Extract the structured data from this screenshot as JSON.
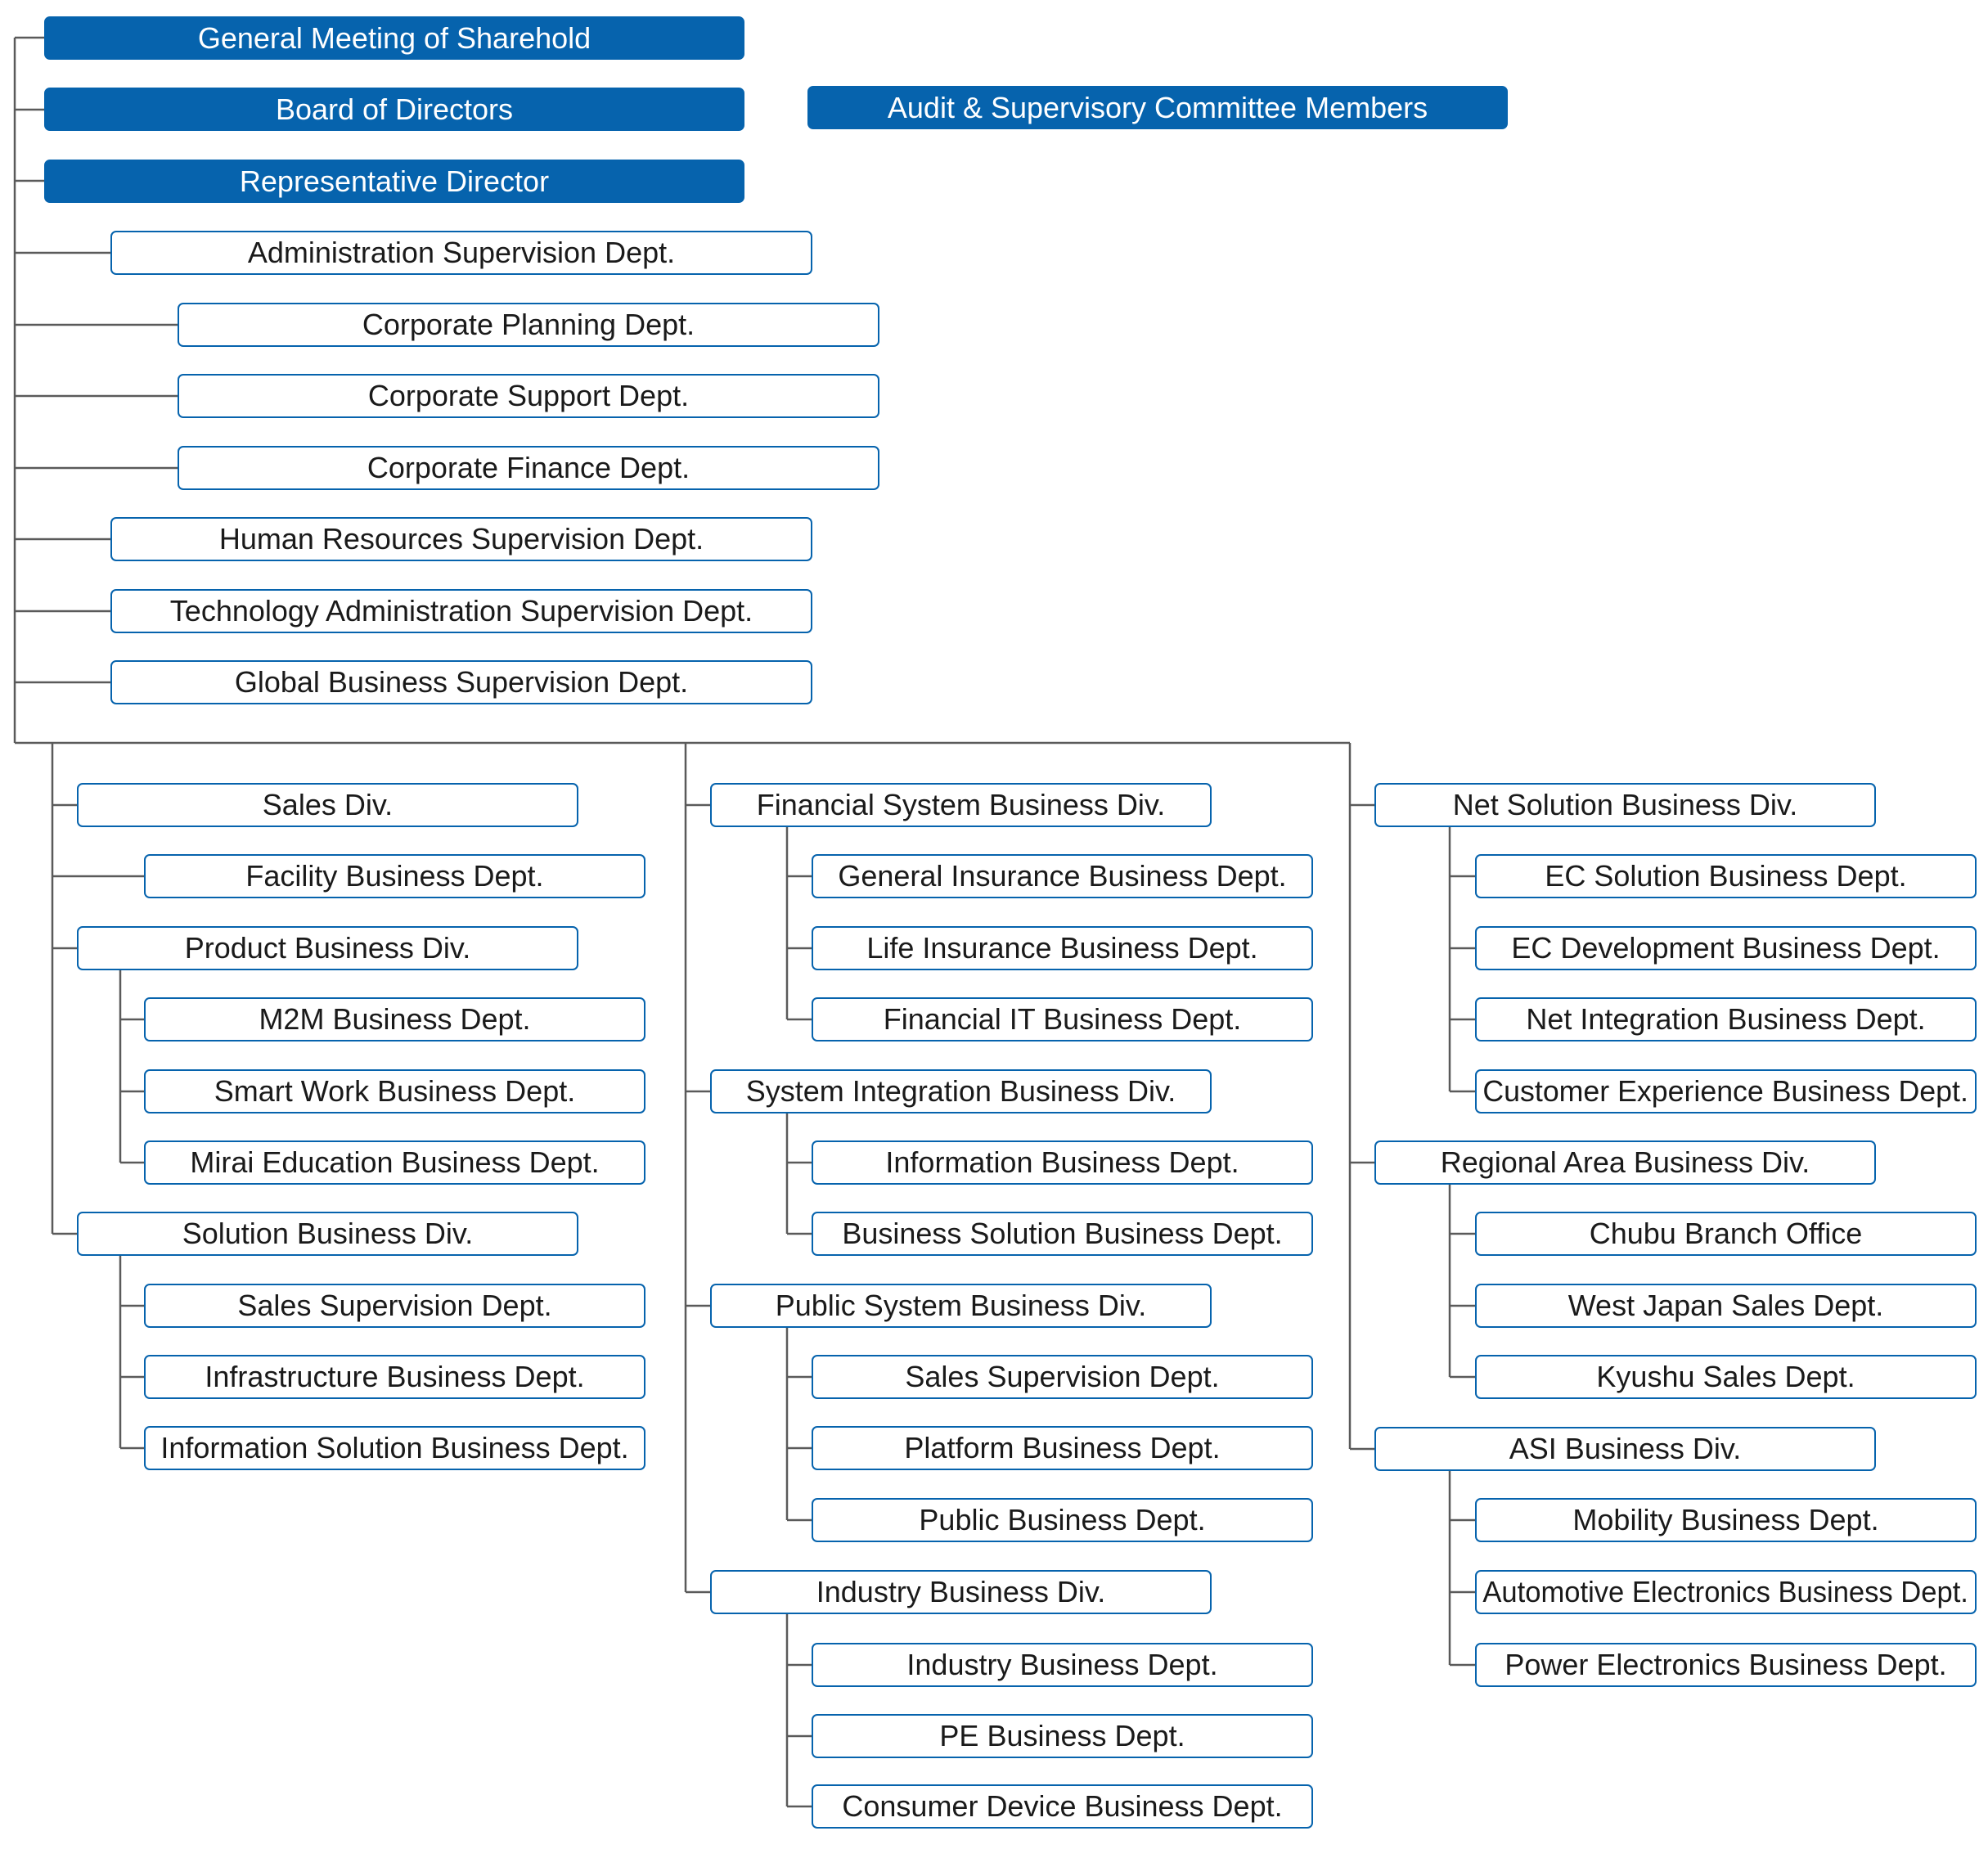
{
  "top": {
    "general_meeting": "General Meeting of Sharehold",
    "board": "Board of Directors",
    "audit": "Audit & Supervisory Committee Members",
    "rep_director": "Representative  Director"
  },
  "admin_depts": [
    "Administration Supervision Dept.",
    "Corporate Planning Dept.",
    "Corporate Support Dept.",
    "Corporate Finance Dept.",
    "Human Resources Supervision Dept.",
    "Technology Administration Supervision Dept.",
    "Global Business Supervision Dept."
  ],
  "column1": {
    "sales_div": "Sales Div.",
    "facility_dept": "Facility Business Dept.",
    "product_div": "Product Business Div.",
    "product_depts": [
      "M2M Business Dept.",
      "Smart Work Business Dept.",
      "Mirai Education Business Dept."
    ],
    "solution_div": "Solution Business Div.",
    "solution_depts": [
      "Sales Supervision Dept.",
      "Infrastructure Business Dept.",
      "Information Solution Business Dept."
    ]
  },
  "column2": {
    "financial_div": "Financial System Business Div.",
    "financial_depts": [
      "General Insurance Business Dept.",
      "Life Insurance Business Dept.",
      "Financial IT Business Dept."
    ],
    "si_div": "System Integration Business Div.",
    "si_depts": [
      "Information Business Dept.",
      "Business Solution Business Dept."
    ],
    "public_div": "Public System Business Div.",
    "public_depts": [
      "Sales Supervision Dept.",
      "Platform Business Dept.",
      "Public Business Dept."
    ],
    "industry_div": "Industry Business Div.",
    "industry_depts": [
      "Industry Business Dept.",
      "PE Business Dept.",
      "Consumer Device Business Dept."
    ]
  },
  "column3": {
    "net_div": "Net Solution Business Div.",
    "net_depts": [
      "EC Solution Business Dept.",
      "EC Development Business Dept.",
      "Net Integration Business Dept.",
      "Customer Experience Business Dept."
    ],
    "regional_div": "Regional Area Business Div.",
    "regional_depts": [
      "Chubu Branch Office",
      "West Japan Sales Dept.",
      "Kyushu Sales Dept."
    ],
    "asi_div": "ASI Business Div.",
    "asi_depts": [
      "Mobility Business Dept.",
      "Automotive Electronics Business Dept.",
      "Power Electronics Business Dept."
    ]
  },
  "colors": {
    "accent": "#0663ad",
    "line": "#5a5a5a",
    "text": "#1a1a1a"
  }
}
